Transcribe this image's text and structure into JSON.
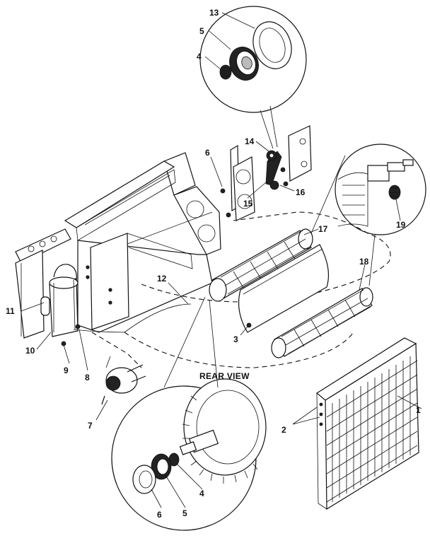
{
  "diagram": {
    "caption_rear_view": "REAR VIEW",
    "callouts": [
      {
        "id": "c13",
        "label": "13"
      },
      {
        "id": "c5a",
        "label": "5"
      },
      {
        "id": "c4a",
        "label": "4"
      },
      {
        "id": "c6a",
        "label": "6"
      },
      {
        "id": "c14",
        "label": "14"
      },
      {
        "id": "c16",
        "label": "16"
      },
      {
        "id": "c15",
        "label": "15"
      },
      {
        "id": "c17",
        "label": "17"
      },
      {
        "id": "c19",
        "label": "19"
      },
      {
        "id": "c18",
        "label": "18"
      },
      {
        "id": "c12",
        "label": "12"
      },
      {
        "id": "c11",
        "label": "11"
      },
      {
        "id": "c10",
        "label": "10"
      },
      {
        "id": "c9",
        "label": "9"
      },
      {
        "id": "c8",
        "label": "8"
      },
      {
        "id": "c3",
        "label": "3"
      },
      {
        "id": "c7",
        "label": "7"
      },
      {
        "id": "c1",
        "label": "1"
      },
      {
        "id": "c2",
        "label": "2"
      },
      {
        "id": "c4b",
        "label": "4"
      },
      {
        "id": "c5b",
        "label": "5"
      },
      {
        "id": "c6b",
        "label": "6"
      }
    ]
  }
}
